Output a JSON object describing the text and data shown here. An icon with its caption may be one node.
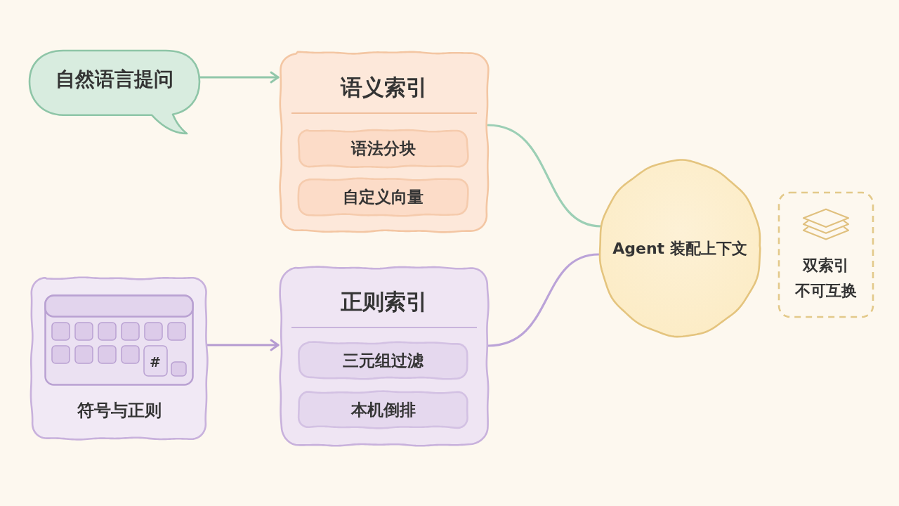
{
  "diagram": {
    "nodes": [
      {
        "text": [
          "自然语言提问"
        ]
      },
      {
        "text": [
          "语义索引"
        ]
      },
      {
        "text": [
          "语法分块"
        ],
        "in": 1
      },
      {
        "text": [
          "自定义向量"
        ],
        "in": 1
      },
      {
        "text": [
          "符号与正则"
        ]
      },
      {
        "text": [
          "正则索引"
        ]
      },
      {
        "text": [
          "三元组过滤"
        ],
        "in": 5
      },
      {
        "text": [
          "本机倒排"
        ],
        "in": 5
      },
      {
        "text": [
          "Agent 装配上下文"
        ]
      },
      {
        "text": [
          "双索引",
          "不可互换"
        ]
      }
    ],
    "edges": [
      {
        "from": 0,
        "to": 1,
        "arrow": "to",
        "color": "#92c7aa"
      },
      {
        "from": 1,
        "to": 8,
        "arrow": "none",
        "color": "#9ccfb5"
      },
      {
        "from": 4,
        "to": 5,
        "arrow": "to",
        "color": "#b59bd1"
      },
      {
        "from": 5,
        "to": 8,
        "arrow": "none",
        "color": "#bba3d8"
      }
    ],
    "labels": [
      "#"
    ]
  }
}
